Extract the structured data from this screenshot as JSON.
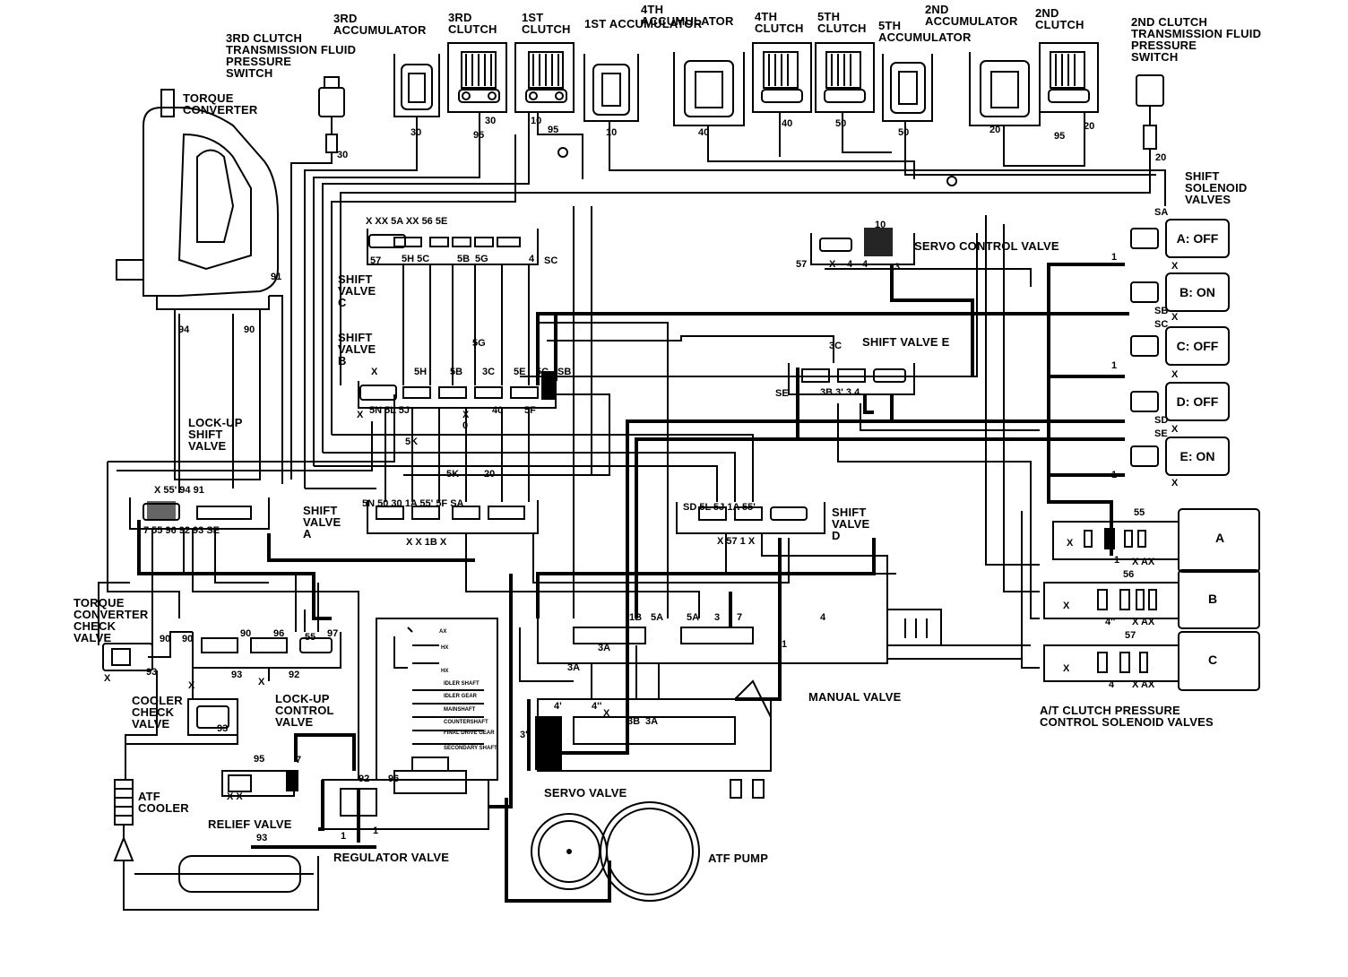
{
  "top_components": {
    "c3rd_clutch_switch": "3RD CLUTCH\nTRANSMISSION FLUID\nPRESSURE\nSWITCH",
    "acc_3rd": "3RD\nACCUMULATOR",
    "clutch_3rd": "3RD\nCLUTCH",
    "clutch_1st": "1ST\nCLUTCH",
    "acc_1st": "1ST ACCUMULATOR",
    "acc_4th": "4TH\nACCUMULATOR",
    "clutch_4th": "4TH\nCLUTCH",
    "clutch_5th": "5TH\nCLUTCH",
    "acc_5th": "5TH\nACCUMULATOR",
    "acc_2nd": "2ND\nACCUMULATOR",
    "clutch_2nd": "2ND\nCLUTCH",
    "c2nd_clutch_switch": "2ND CLUTCH\nTRANSMISSION FLUID\nPRESSURE\nSWITCH"
  },
  "left_components": {
    "torque_converter": "TORQUE\nCONVERTER",
    "lockup_shift_valve": "LOCK-UP\nSHIFT\nVALVE",
    "tc_check_valve": "TORQUE\nCONVERTER\nCHECK\nVALVE",
    "cooler_check_valve": "COOLER\nCHECK\nVALVE",
    "lockup_control_valve": "LOCK-UP\nCONTROL\nVALVE",
    "atf_cooler": "ATF\nCOOLER",
    "relief_valve": "RELIEF VALVE",
    "regulator_valve": "REGULATOR VALVE"
  },
  "center_components": {
    "shift_valve_a": "SHIFT\nVALVE\nA",
    "shift_valve_b": "SHIFT\nVALVE\nB",
    "shift_valve_c": "SHIFT\nVALVE\nC",
    "shift_valve_d": "SHIFT\nVALVE\nD",
    "shift_valve_e": "SHIFT VALVE E",
    "servo_control_valve": "SERVO CONTROL VALVE",
    "manual_valve": "MANUAL VALVE",
    "servo_valve": "SERVO VALVE",
    "atf_pump": "ATF PUMP"
  },
  "shift_solenoids": {
    "title": "SHIFT\nSOLENOID\nVALVES",
    "items": [
      {
        "label": "A: OFF"
      },
      {
        "label": "B: ON"
      },
      {
        "label": "C: OFF"
      },
      {
        "label": "D: OFF"
      },
      {
        "label": "E: ON"
      }
    ]
  },
  "pressure_solenoids": {
    "title": "A/T CLUTCH PRESSURE\nCONTROL SOLENOID VALVES",
    "items": [
      {
        "label": "A"
      },
      {
        "label": "B"
      },
      {
        "label": "C"
      }
    ]
  },
  "shaft_labels": {
    "idler_shaft": "IDLER\nSHAFT",
    "idler_gear": "IDLER GEAR",
    "mainshaft": "MAINSHAFT",
    "countershaft": "COUNTERSHAFT",
    "final_drive_gear": "FINAL DRIVE\nGEAR",
    "secondary_shaft": "SECONDARY\nSHAFT",
    "ax": "AX",
    "hx": "HX"
  },
  "port_labels": {
    "p30a": "30",
    "p30b": "30",
    "p95a": "95",
    "p30c": "30",
    "p10a": "10",
    "p95b": "95",
    "p10b": "10",
    "p40a": "40",
    "p40b": "40",
    "p50a": "50",
    "p50b": "50",
    "p20a": "20",
    "p95c": "95",
    "p20b": "20",
    "p20c": "20",
    "p91a": "91",
    "p94a": "94",
    "p90a": "90",
    "sc_row1": "X     XX   5A   XX  56  5E",
    "sc_57": "57",
    "sc_5h5c": "5H 5C",
    "sc_5b": "5B",
    "sc_5g": "5G",
    "sc_4": "4",
    "sc_sc": "SC",
    "sb_5g": "5G",
    "sb_x": "X",
    "sb_5h": "5H",
    "sb_5b": "5B",
    "sb_3c": "3C",
    "sb_5e": "5E",
    "sb_5c": "5C",
    "sb_sb": "SB",
    "sb_row2": "5N   5L   5J",
    "sb_x2": "X",
    "sb_40": "40",
    "sb_5f": "5F",
    "sb_0": "0",
    "sb_5k": "5K",
    "sa_5k": "5K",
    "sa_20": "20",
    "sa_top": "5N   50  30     1A   55'     5F   SA",
    "sa_bot": "X X          1B  X",
    "lu_top": "X   55'   94   91",
    "lu_bot": "7   55     96   92   93   SE",
    "sd_top": "SD      5L    5J       1A   55'",
    "sd_bot": "X        57  1       X",
    "se_3c": "3C",
    "se_se": "SE",
    "se_bot": "3B  3'  3   4",
    "scv_10": "10",
    "scv_57": "57",
    "scv_x": "X",
    "scv_4a": "4",
    "scv_4b": "4",
    "scv_3": "3",
    "mv_1b": "1B",
    "mv_5a": "5A",
    "mv_5a2": "5A",
    "mv_3": "3",
    "mv_7": "7",
    "mv_4": "4",
    "mv_3a": "3A",
    "mv_3a2": "3A",
    "mv_1": "1",
    "sv_4p": "4'",
    "sv_4pp": "4''",
    "sv_x": "X",
    "sv_3b": "3B",
    "sv_3a": "3A",
    "sv_3p": "3'",
    "cv_90a": "90",
    "cv_90b": "90",
    "cv_93a": "93",
    "cv_x": "X",
    "lc_90": "90",
    "lc_96": "96",
    "lc_55": "55",
    "lc_97": "97",
    "lc_93": "93",
    "lc_92": "92",
    "lc_x": "X",
    "cc_x": "X",
    "cc_93": "93",
    "rv_95": "95",
    "rv_7": "7",
    "rv_x": "X   X",
    "reg_92": "92",
    "reg_96": "96",
    "reg_1a": "1",
    "reg_1b": "1",
    "reg_93": "93",
    "sol_sa": "SA",
    "sol_sb": "SB",
    "sol_sc": "SC",
    "sol_sd": "SD",
    "sol_se": "SE",
    "sol_1a": "1",
    "sol_1b": "1",
    "sol_1c": "1",
    "sol_xa": "X",
    "sol_xb": "X",
    "sol_xc": "X",
    "sol_xd": "X",
    "sol_xe": "X",
    "pc_55": "55",
    "pc_56": "56",
    "pc_57": "57",
    "pc_1": "1",
    "pc_xax1": "X  AX",
    "pc_4pp": "4''",
    "pc_xax2": "X  AX",
    "pc_4": "4",
    "pc_xax3": "X  AX",
    "pc_x1": "X",
    "pc_x2": "X",
    "pc_x3": "X"
  }
}
